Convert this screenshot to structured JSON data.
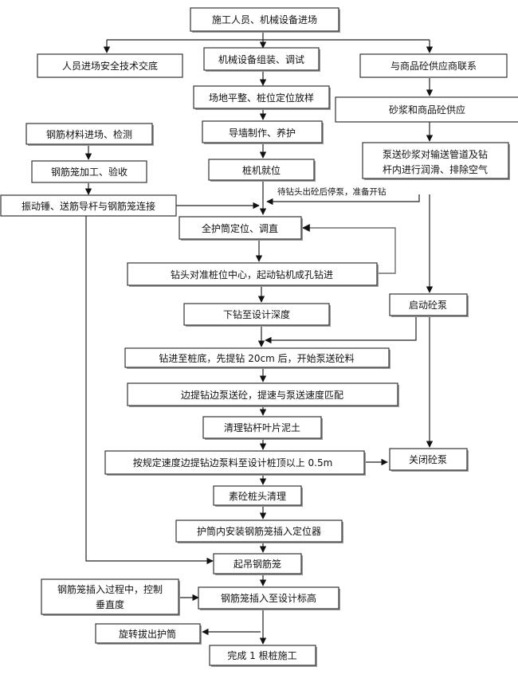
{
  "title": "长螺旋钻孔压灌桩施工工艺流程",
  "nodes": {
    "entry": "施工人员、机械设备进场",
    "safety_briefing": "人员进场安全技术交底",
    "equipment_assembly": "机械设备组装、调试",
    "supplier_contact": "与商品砼供应商联系",
    "site_leveling": "场地平整、桩位定位放样",
    "mortar_supply": "砂浆和商品砼供应",
    "rebar_inspection": "钢筋材料进场、检测",
    "guide_wall": "导墙制作、养护",
    "mortar_pumping": [
      "泵送砂浆对输送管道及钻",
      "杆内进行润滑、排除空气"
    ],
    "cage_fabrication": "钢筋笼加工、验收",
    "rig_positioning": "桩机就位",
    "vibro_hammer": "振动锤、送筋导杆与钢筋笼连接",
    "casing_positioning": "全护筒定位、调直",
    "start_drilling": "钻头对准桩位中心，起动钻机成孔钻进",
    "start_pump": "启动砼泵",
    "drill_to_depth": "下钻至设计深度",
    "start_pouring": "钻进至桩底，先提钻 20cm 后，开始泵送砼料",
    "lift_while_pumping": "边提钻边泵送砼，提速与泵送速度匹配",
    "clean_auger": "清理钻杆叶片泥土",
    "pump_to_top": "按规定速度边提钻边泵料至设计桩顶以上 0.5m",
    "stop_pump": "关闭砼泵",
    "clean_pile_head": "素砼桩头清理",
    "install_locator": "护筒内安装钢筋笼插入定位器",
    "hoist_cage": "起吊钢筋笼",
    "verticality_control": [
      "钢筋笼插入过程中，控制",
      "垂直度"
    ],
    "insert_cage": "钢筋笼插入至设计标高",
    "extract_casing": "旋转拔出护筒",
    "complete": "完成 1 根桩施工"
  },
  "annotations": {
    "stop_pump_note": "待钻头出砼后停泵，准备开钻"
  }
}
